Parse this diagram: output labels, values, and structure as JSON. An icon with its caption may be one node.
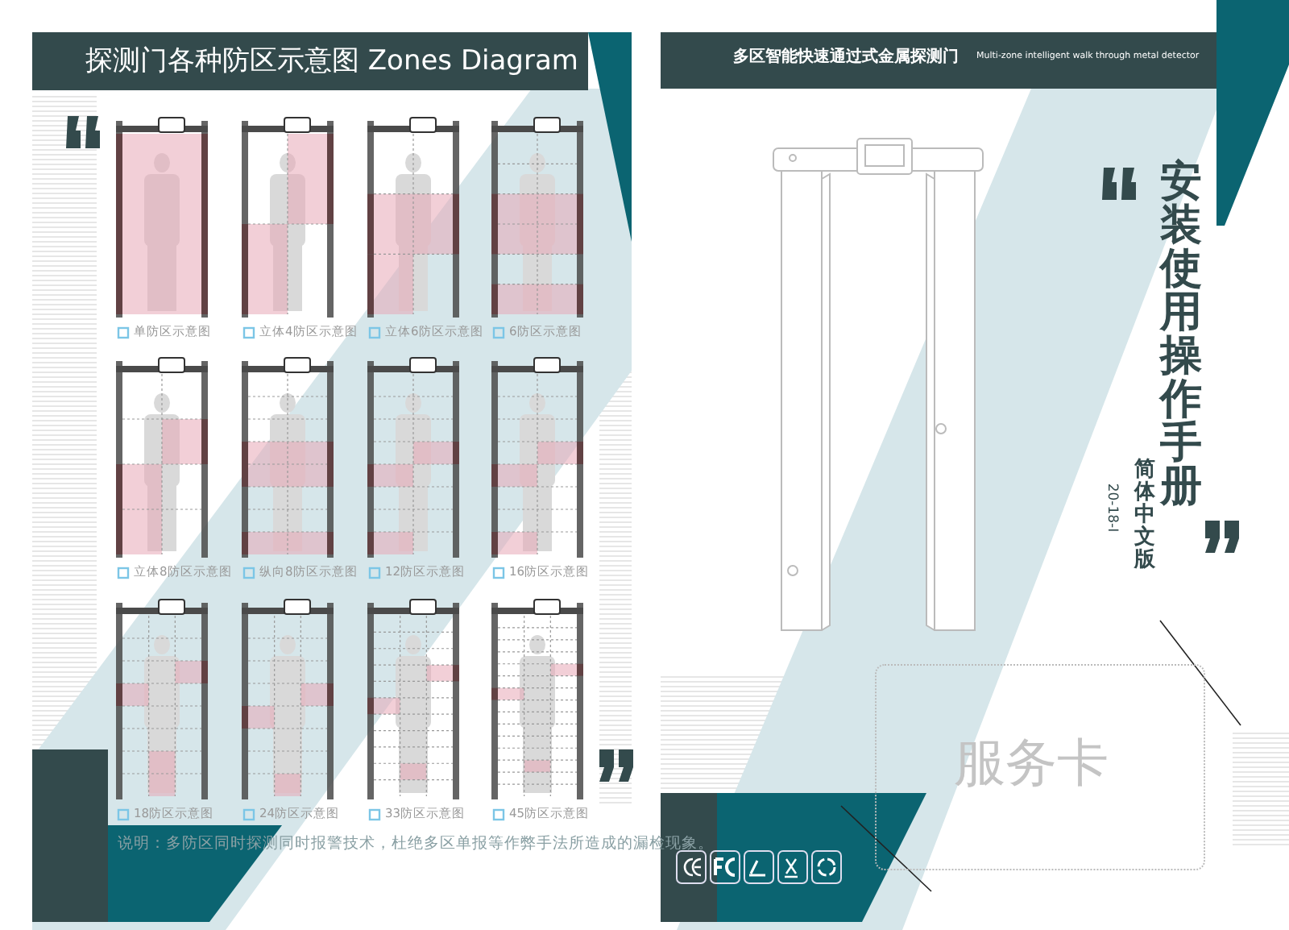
{
  "diagram": {
    "title": "探测门各种防区示意图 Zones Diagram",
    "labels": [
      "单防区示意图",
      "立体4防区示意图",
      "立体6防区示意图",
      "6防区示意图",
      "立体8防区示意图",
      "纵向8防区示意图",
      "12防区示意图",
      "16防区示意图",
      "18防区示意图",
      "24防区示意图",
      "33防区示意图",
      "45防区示意图",
      "说明：多防区同时探测同时报警技术，杜绝多区单报等作弊手法所造成的漏检现象。",
      "多区智能快速通过式金属探测门",
      "Multi-zone intelligent walk through metal detector",
      "安装使用操作手册",
      "简体中文版",
      "20-18-I",
      "服务卡"
    ]
  }
}
